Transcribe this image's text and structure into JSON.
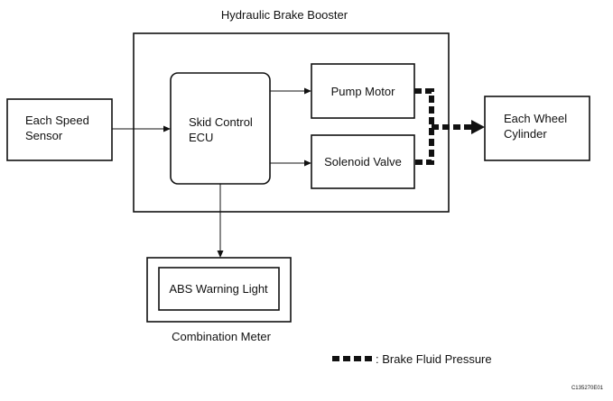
{
  "diagram": {
    "group_title": "Hydraulic Brake Booster",
    "nodes": {
      "speed_sensor": [
        "Each Speed",
        "Sensor"
      ],
      "ecu": [
        "Skid Control",
        "ECU"
      ],
      "pump_motor": "Pump Motor",
      "solenoid_valve": "Solenoid Valve",
      "wheel_cylinder": [
        "Each Wheel",
        "Cylinder"
      ],
      "abs_warning": "ABS Warning Light",
      "combination_meter": "Combination Meter"
    },
    "legend": {
      "label": ": Brake Fluid Pressure"
    },
    "figure_code": "C135270E01"
  }
}
